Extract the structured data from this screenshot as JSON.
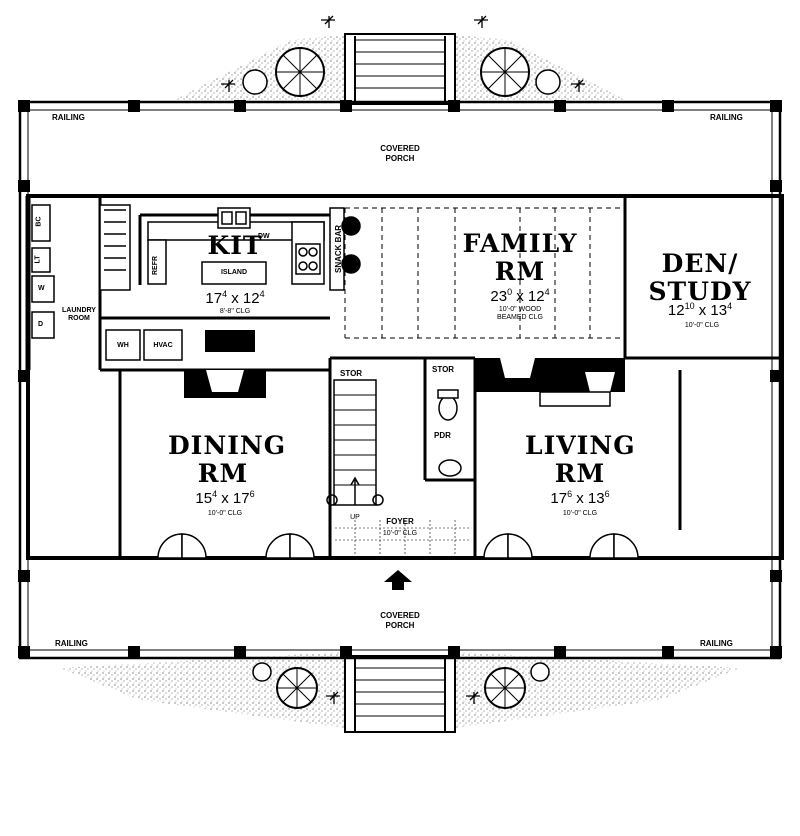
{
  "porch": {
    "top_label_line1": "COVERED",
    "top_label_line2": "PORCH",
    "bottom_label_line1": "COVERED",
    "bottom_label_line2": "PORCH"
  },
  "railing": {
    "top_left": "RAILING",
    "top_right": "RAILING",
    "bottom_left": "RAILING",
    "bottom_right": "RAILING"
  },
  "rooms": {
    "kitchen": {
      "name": "KIT",
      "dim_w": "17",
      "dim_w_in": "4",
      "dim_d": "12",
      "dim_d_in": "4",
      "note": "8'-8\" CLG"
    },
    "family": {
      "name_line1": "FAMILY",
      "name_line2": "RM",
      "dim_w": "23",
      "dim_w_in": "0",
      "dim_d": "12",
      "dim_d_in": "4",
      "note_line1": "10'-0\" WOOD",
      "note_line2": "BEAMED CLG"
    },
    "den": {
      "name_line1": "DEN/",
      "name_line2": "STUDY",
      "dim_w": "12",
      "dim_w_in": "10",
      "dim_d": "13",
      "dim_d_in": "4",
      "note": "10'-0\" CLG"
    },
    "dining": {
      "name_line1": "DINING",
      "name_line2": "RM",
      "dim_w": "15",
      "dim_w_in": "4",
      "dim_d": "17",
      "dim_d_in": "6",
      "note": "10'-0\" CLG"
    },
    "living": {
      "name_line1": "LIVING",
      "name_line2": "RM",
      "dim_w": "17",
      "dim_w_in": "6",
      "dim_d": "13",
      "dim_d_in": "6",
      "note": "10'-0\" CLG"
    },
    "foyer": {
      "name": "FOYER",
      "note": "10'-0\" CLG"
    },
    "laundry": {
      "name_line1": "LAUNDRY",
      "name_line2": "ROOM"
    }
  },
  "fixtures": {
    "island": "ISLAND",
    "snack_bar": "SNACK BAR",
    "refr": "REFR",
    "dw": "DW",
    "wh": "WH",
    "hvac": "HVAC",
    "stor_left": "STOR",
    "stor_right": "STOR",
    "pdr": "PDR",
    "up": "UP",
    "bc": "BC",
    "lt": "LT",
    "w": "W",
    "d": "D"
  }
}
